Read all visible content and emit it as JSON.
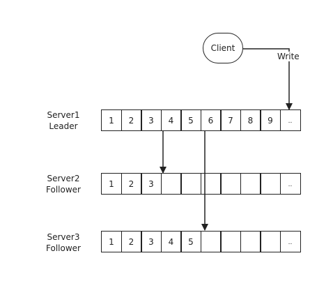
{
  "client": {
    "label": "Client"
  },
  "write_label": "Write",
  "servers": [
    {
      "name": "Server1",
      "role": "Leader",
      "cells": [
        "1",
        "2",
        "3",
        "4",
        "5",
        "6",
        "7",
        "8",
        "9",
        ".."
      ]
    },
    {
      "name": "Server2",
      "role": "Follower",
      "cells": [
        "1",
        "2",
        "3",
        "",
        "",
        "",
        "",
        "",
        "",
        ".."
      ]
    },
    {
      "name": "Server3",
      "role": "Follower",
      "cells": [
        "1",
        "2",
        "3",
        "4",
        "5",
        "",
        "",
        "",
        "",
        ".."
      ]
    }
  ],
  "stroke_color": "#222222"
}
